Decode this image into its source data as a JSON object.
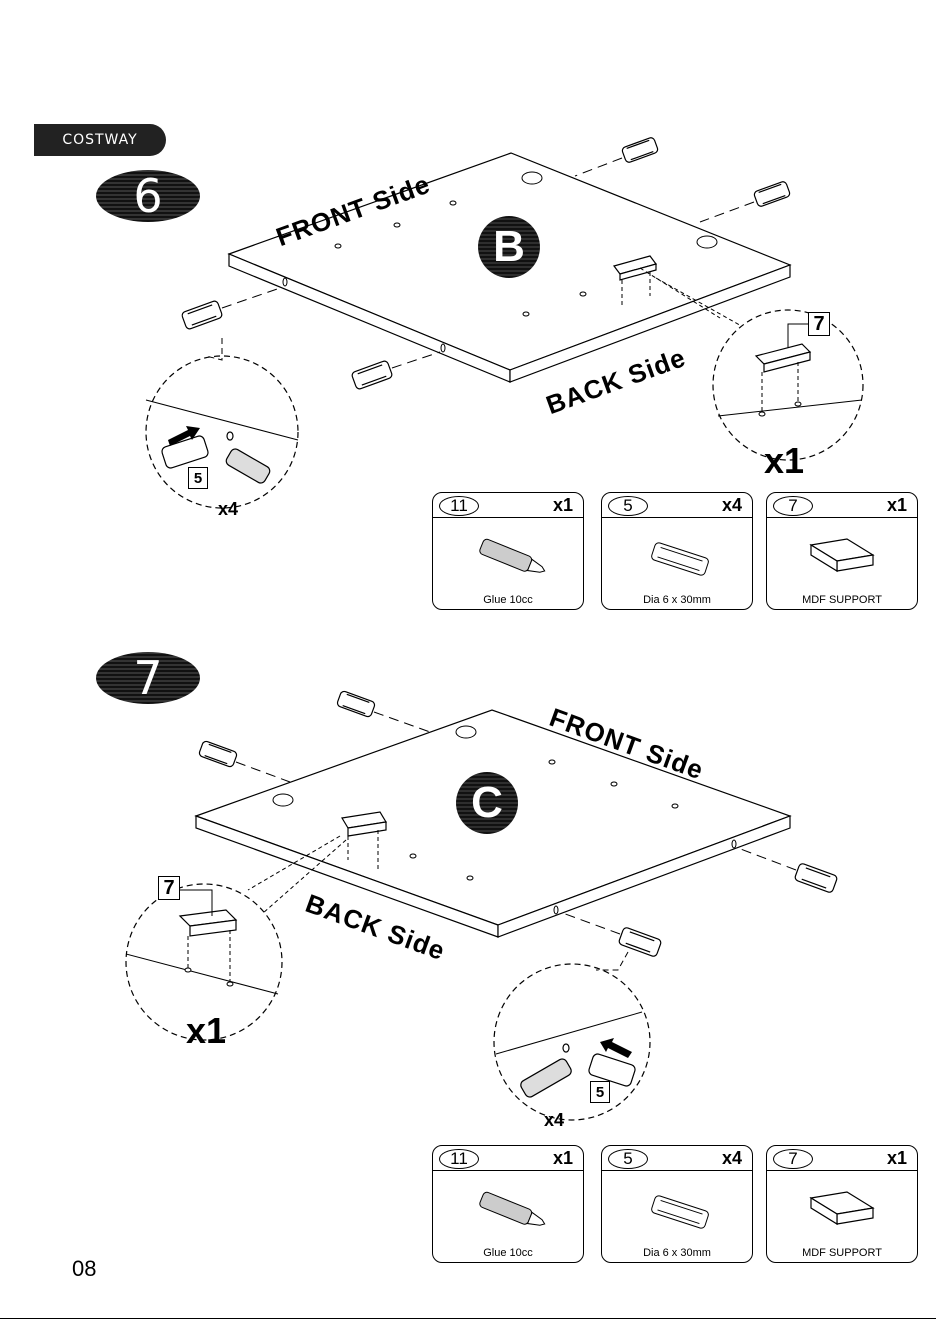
{
  "brand": {
    "name": "COSTWAY"
  },
  "page": {
    "number": "08"
  },
  "steps": [
    {
      "number": "6",
      "panel": "B",
      "front_label": "FRONT Side",
      "back_label": "BACK Side",
      "detail_dowel": {
        "part": "5",
        "count": "x4"
      },
      "detail_support": {
        "part": "7",
        "count": "x1"
      },
      "parts": [
        {
          "id": "11",
          "qty": "x1",
          "name": "Glue 10cc",
          "icon": "glue-tube-icon"
        },
        {
          "id": "5",
          "qty": "x4",
          "name": "Dia 6 x 30mm",
          "icon": "dowel-icon"
        },
        {
          "id": "7",
          "qty": "x1",
          "name": "MDF SUPPORT",
          "icon": "mdf-support-icon"
        }
      ]
    },
    {
      "number": "7",
      "panel": "C",
      "front_label": "FRONT Side",
      "back_label": "BACK Side",
      "detail_dowel": {
        "part": "5",
        "count": "x4"
      },
      "detail_support": {
        "part": "7",
        "count": "x1"
      },
      "parts": [
        {
          "id": "11",
          "qty": "x1",
          "name": "Glue 10cc",
          "icon": "glue-tube-icon"
        },
        {
          "id": "5",
          "qty": "x4",
          "name": "Dia 6 x 30mm",
          "icon": "dowel-icon"
        },
        {
          "id": "7",
          "qty": "x1",
          "name": "MDF SUPPORT",
          "icon": "mdf-support-icon"
        }
      ]
    }
  ]
}
